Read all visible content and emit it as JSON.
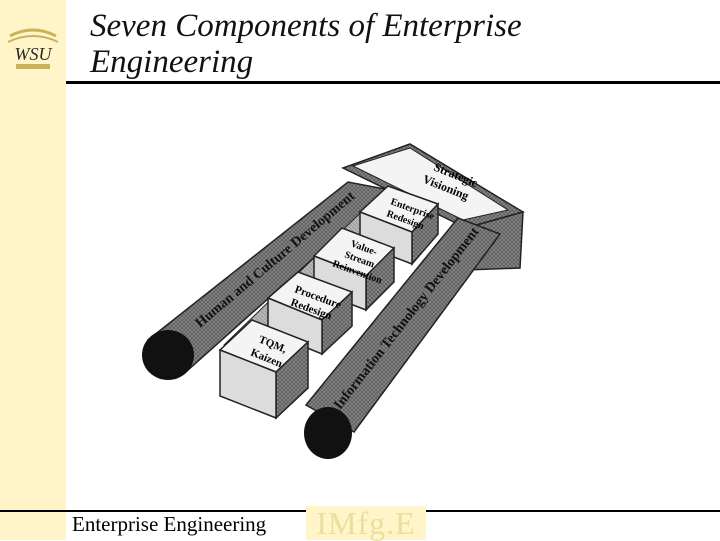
{
  "slide": {
    "title_line1": "Seven Components of Enterprise",
    "title_line2": "Engineering"
  },
  "logo": {
    "text": "WSU"
  },
  "diagram": {
    "arrow_label_line1": "Strategic",
    "arrow_label_line2": "Visioning",
    "left_beam": "Human and Culture Development",
    "right_beam": "Information Technology Development",
    "blocks": [
      {
        "line1": "Enterprise",
        "line2": "Redesign",
        "line3": ""
      },
      {
        "line1": "Value-",
        "line2": "Stream",
        "line3": "Reinvention"
      },
      {
        "line1": "Procedure",
        "line2": "Redesign",
        "line3": ""
      },
      {
        "line1": "TQM,",
        "line2": "Kaizen",
        "line3": ""
      }
    ]
  },
  "footer": {
    "text": "Enterprise Engineering",
    "logo_text": "IMfg.E"
  }
}
